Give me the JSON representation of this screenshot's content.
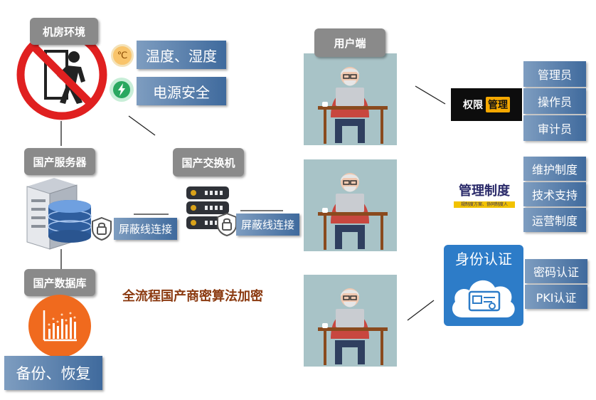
{
  "machine_room": {
    "title": "机房环境",
    "temp_humidity": "温度、湿度",
    "power_safety": "电源安全",
    "temp_icon_glyph": "℃"
  },
  "server": {
    "title": "国产服务器"
  },
  "switch": {
    "title": "国产交换机"
  },
  "database": {
    "title": "国产数据库",
    "backup": "备份、恢复"
  },
  "cables": {
    "left": "屏蔽线连接",
    "right": "屏蔽线连接"
  },
  "encryption": {
    "text": "全流程国产商密算法加密",
    "color": "#8b3a10"
  },
  "user": {
    "title": "用户端"
  },
  "permission": {
    "badge_left": "权限",
    "badge_right": "管理",
    "roles": [
      "管理员",
      "操作员",
      "审计员"
    ]
  },
  "management": {
    "logo_title": "管理制度",
    "logo_sub": "规制度方案、协同制度人",
    "items": [
      "维护制度",
      "技术支持",
      "运营制度"
    ]
  },
  "identity": {
    "title": "身份认证",
    "methods": [
      "密码认证",
      "PKI认证"
    ]
  },
  "colors": {
    "accent_blue": "#3f6a9d",
    "grey_tag": "#8a8a8a",
    "forbidden_red": "#e02020",
    "db_orange": "#f06a1e",
    "panel_teal": "#a8c3c7"
  }
}
